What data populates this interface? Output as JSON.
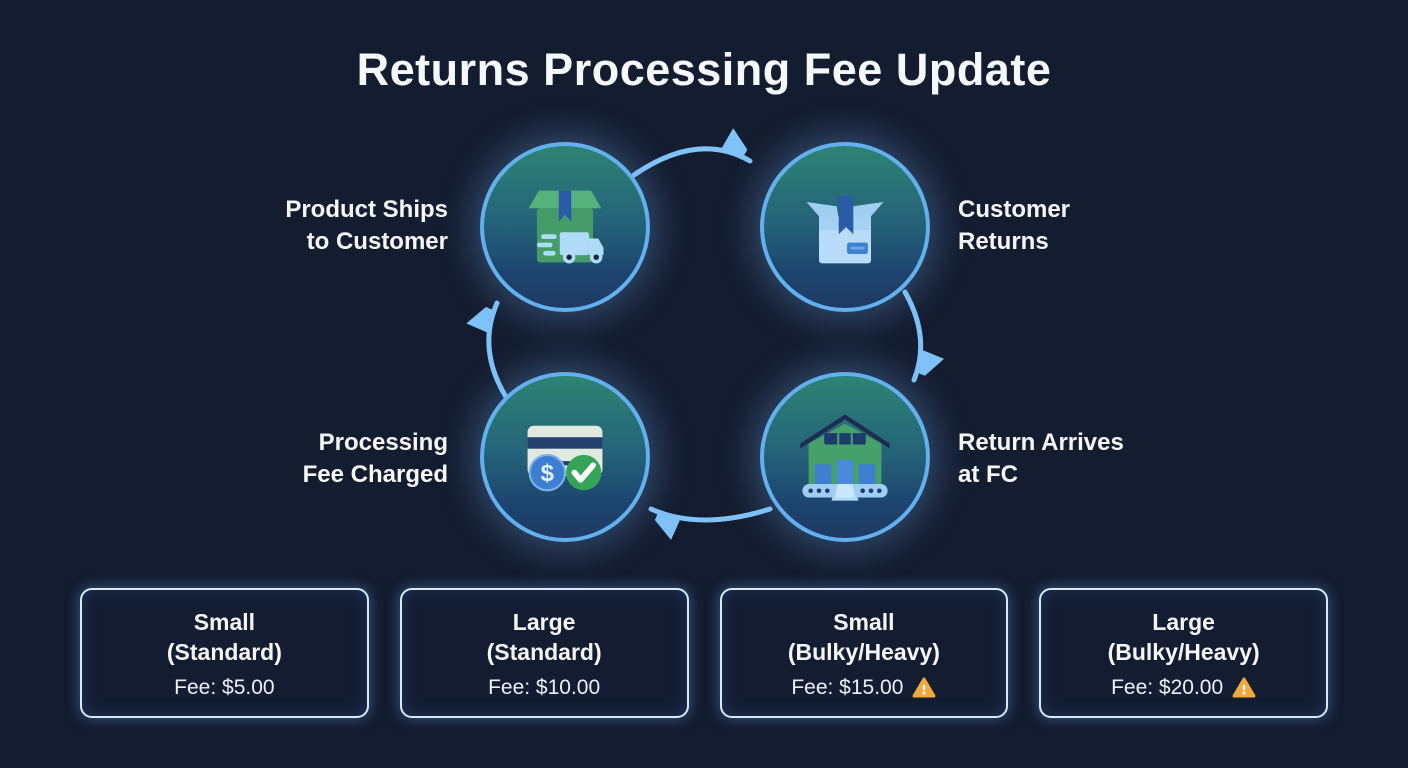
{
  "title": "Returns Processing Fee Update",
  "cycle": {
    "steps": [
      {
        "label_line1": "Product Ships",
        "label_line2": "to Customer",
        "icon": "shipping-truck-box-icon"
      },
      {
        "label_line1": "Customer",
        "label_line2": "Returns",
        "icon": "return-box-icon"
      },
      {
        "label_line1": "Return Arrives",
        "label_line2": "at FC",
        "icon": "warehouse-conveyor-icon"
      },
      {
        "label_line1": "Processing",
        "label_line2": "Fee Charged",
        "icon": "credit-card-fee-icon"
      }
    ]
  },
  "fee_cards": [
    {
      "size": "Small",
      "category": "(Standard)",
      "fee_label": "Fee: $5.00",
      "warning": false
    },
    {
      "size": "Large",
      "category": "(Standard)",
      "fee_label": "Fee: $10.00",
      "warning": false
    },
    {
      "size": "Small",
      "category": "(Bulky/Heavy)",
      "fee_label": "Fee: $15.00",
      "warning": true
    },
    {
      "size": "Large",
      "category": "(Bulky/Heavy)",
      "fee_label": "Fee: $20.00",
      "warning": true
    }
  ],
  "colors": {
    "background": "#141c2f",
    "accent_ring": "#63b0ee",
    "arrow": "#7fc2f7",
    "card_border": "#d9e8f7",
    "warning": "#f2a93b",
    "text": "#f5f8fc"
  }
}
